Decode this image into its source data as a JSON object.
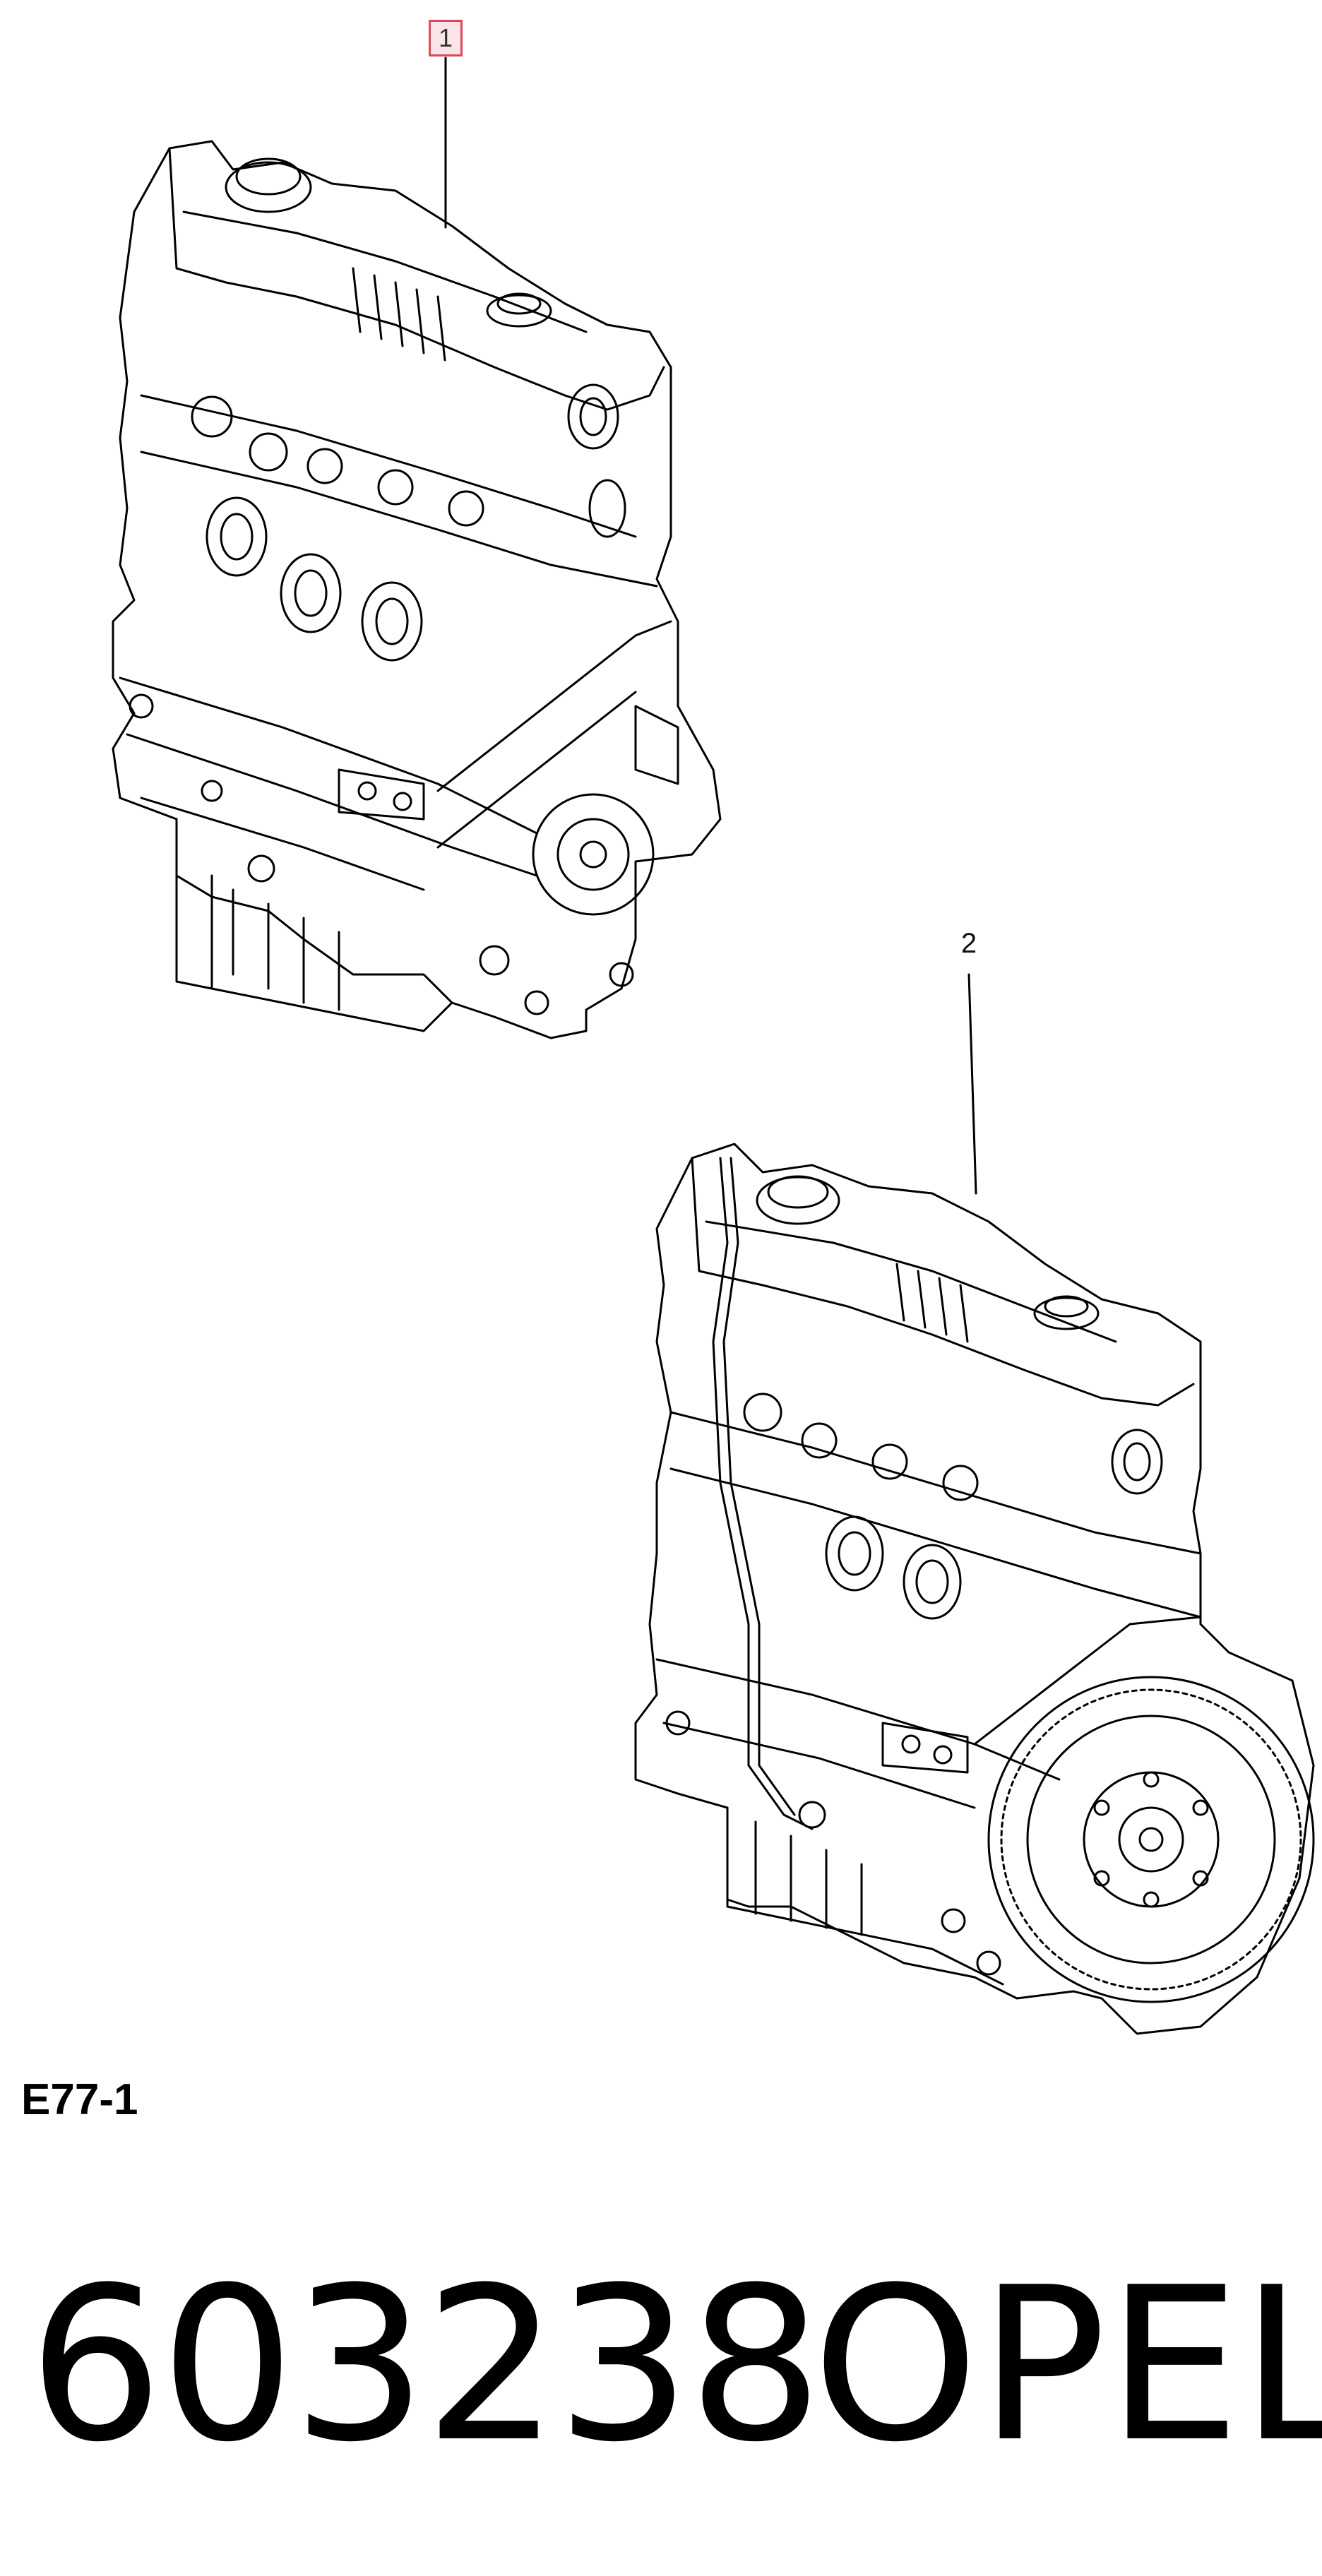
{
  "diagram": {
    "callouts": [
      {
        "label": "1",
        "highlighted": true,
        "highlight_color": "#d94a5a"
      },
      {
        "label": "2",
        "highlighted": false
      }
    ],
    "group_code": "E77-1",
    "part_number": "603238",
    "brand": "OPEL"
  }
}
